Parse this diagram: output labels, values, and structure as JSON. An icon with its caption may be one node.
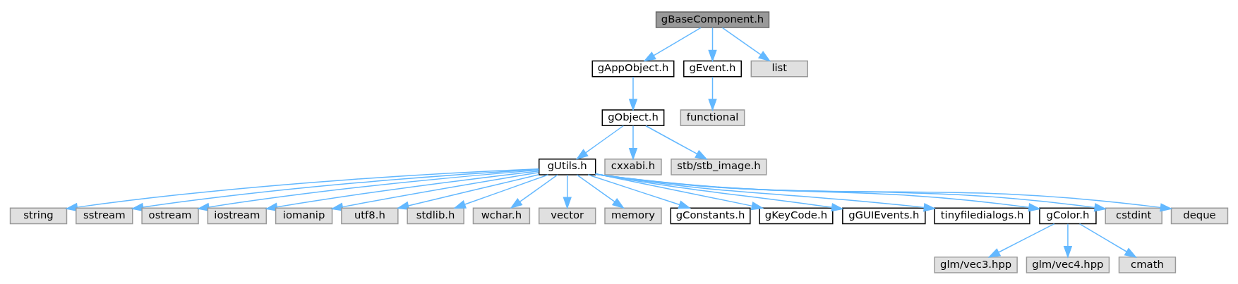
{
  "diagram": {
    "nodes": [
      {
        "text": [
          "gBaseComponent.h"
        ]
      },
      {
        "text": [
          "gAppObject.h"
        ]
      },
      {
        "text": [
          "gEvent.h"
        ]
      },
      {
        "text": [
          "list"
        ]
      },
      {
        "text": [
          "gObject.h"
        ]
      },
      {
        "text": [
          "functional"
        ]
      },
      {
        "text": [
          "gUtils.h"
        ]
      },
      {
        "text": [
          "cxxabi.h"
        ]
      },
      {
        "text": [
          "stb/stb_image.h"
        ]
      },
      {
        "text": [
          "string"
        ]
      },
      {
        "text": [
          "sstream"
        ]
      },
      {
        "text": [
          "ostream"
        ]
      },
      {
        "text": [
          "iostream"
        ]
      },
      {
        "text": [
          "iomanip"
        ]
      },
      {
        "text": [
          "utf8.h"
        ]
      },
      {
        "text": [
          "stdlib.h"
        ]
      },
      {
        "text": [
          "wchar.h"
        ]
      },
      {
        "text": [
          "vector"
        ]
      },
      {
        "text": [
          "memory"
        ]
      },
      {
        "text": [
          "gConstants.h"
        ]
      },
      {
        "text": [
          "gKeyCode.h"
        ]
      },
      {
        "text": [
          "gGUIEvents.h"
        ]
      },
      {
        "text": [
          "tinyfiledialogs.h"
        ]
      },
      {
        "text": [
          "gColor.h"
        ]
      },
      {
        "text": [
          "cstdint"
        ]
      },
      {
        "text": [
          "deque"
        ]
      },
      {
        "text": [
          "glm/vec3.hpp"
        ]
      },
      {
        "text": [
          "glm/vec4.hpp"
        ]
      },
      {
        "text": [
          "cmath"
        ]
      }
    ],
    "edges": [
      {
        "from": 0,
        "to": 1,
        "arrow": "to"
      },
      {
        "from": 0,
        "to": 2,
        "arrow": "to"
      },
      {
        "from": 0,
        "to": 3,
        "arrow": "to"
      },
      {
        "from": 1,
        "to": 4,
        "arrow": "to"
      },
      {
        "from": 2,
        "to": 5,
        "arrow": "to"
      },
      {
        "from": 4,
        "to": 6,
        "arrow": "to"
      },
      {
        "from": 4,
        "to": 7,
        "arrow": "to"
      },
      {
        "from": 4,
        "to": 8,
        "arrow": "to"
      },
      {
        "from": 6,
        "to": 9,
        "arrow": "to"
      },
      {
        "from": 6,
        "to": 10,
        "arrow": "to"
      },
      {
        "from": 6,
        "to": 11,
        "arrow": "to"
      },
      {
        "from": 6,
        "to": 12,
        "arrow": "to"
      },
      {
        "from": 6,
        "to": 13,
        "arrow": "to"
      },
      {
        "from": 6,
        "to": 14,
        "arrow": "to"
      },
      {
        "from": 6,
        "to": 15,
        "arrow": "to"
      },
      {
        "from": 6,
        "to": 16,
        "arrow": "to"
      },
      {
        "from": 6,
        "to": 17,
        "arrow": "to"
      },
      {
        "from": 6,
        "to": 18,
        "arrow": "to"
      },
      {
        "from": 6,
        "to": 19,
        "arrow": "to"
      },
      {
        "from": 6,
        "to": 20,
        "arrow": "to"
      },
      {
        "from": 6,
        "to": 21,
        "arrow": "to"
      },
      {
        "from": 6,
        "to": 22,
        "arrow": "to"
      },
      {
        "from": 6,
        "to": 23,
        "arrow": "to"
      },
      {
        "from": 6,
        "to": 24,
        "arrow": "to"
      },
      {
        "from": 6,
        "to": 25,
        "arrow": "to"
      },
      {
        "from": 23,
        "to": 26,
        "arrow": "to"
      },
      {
        "from": 23,
        "to": 27,
        "arrow": "to"
      },
      {
        "from": 23,
        "to": 28,
        "arrow": "to"
      }
    ]
  }
}
